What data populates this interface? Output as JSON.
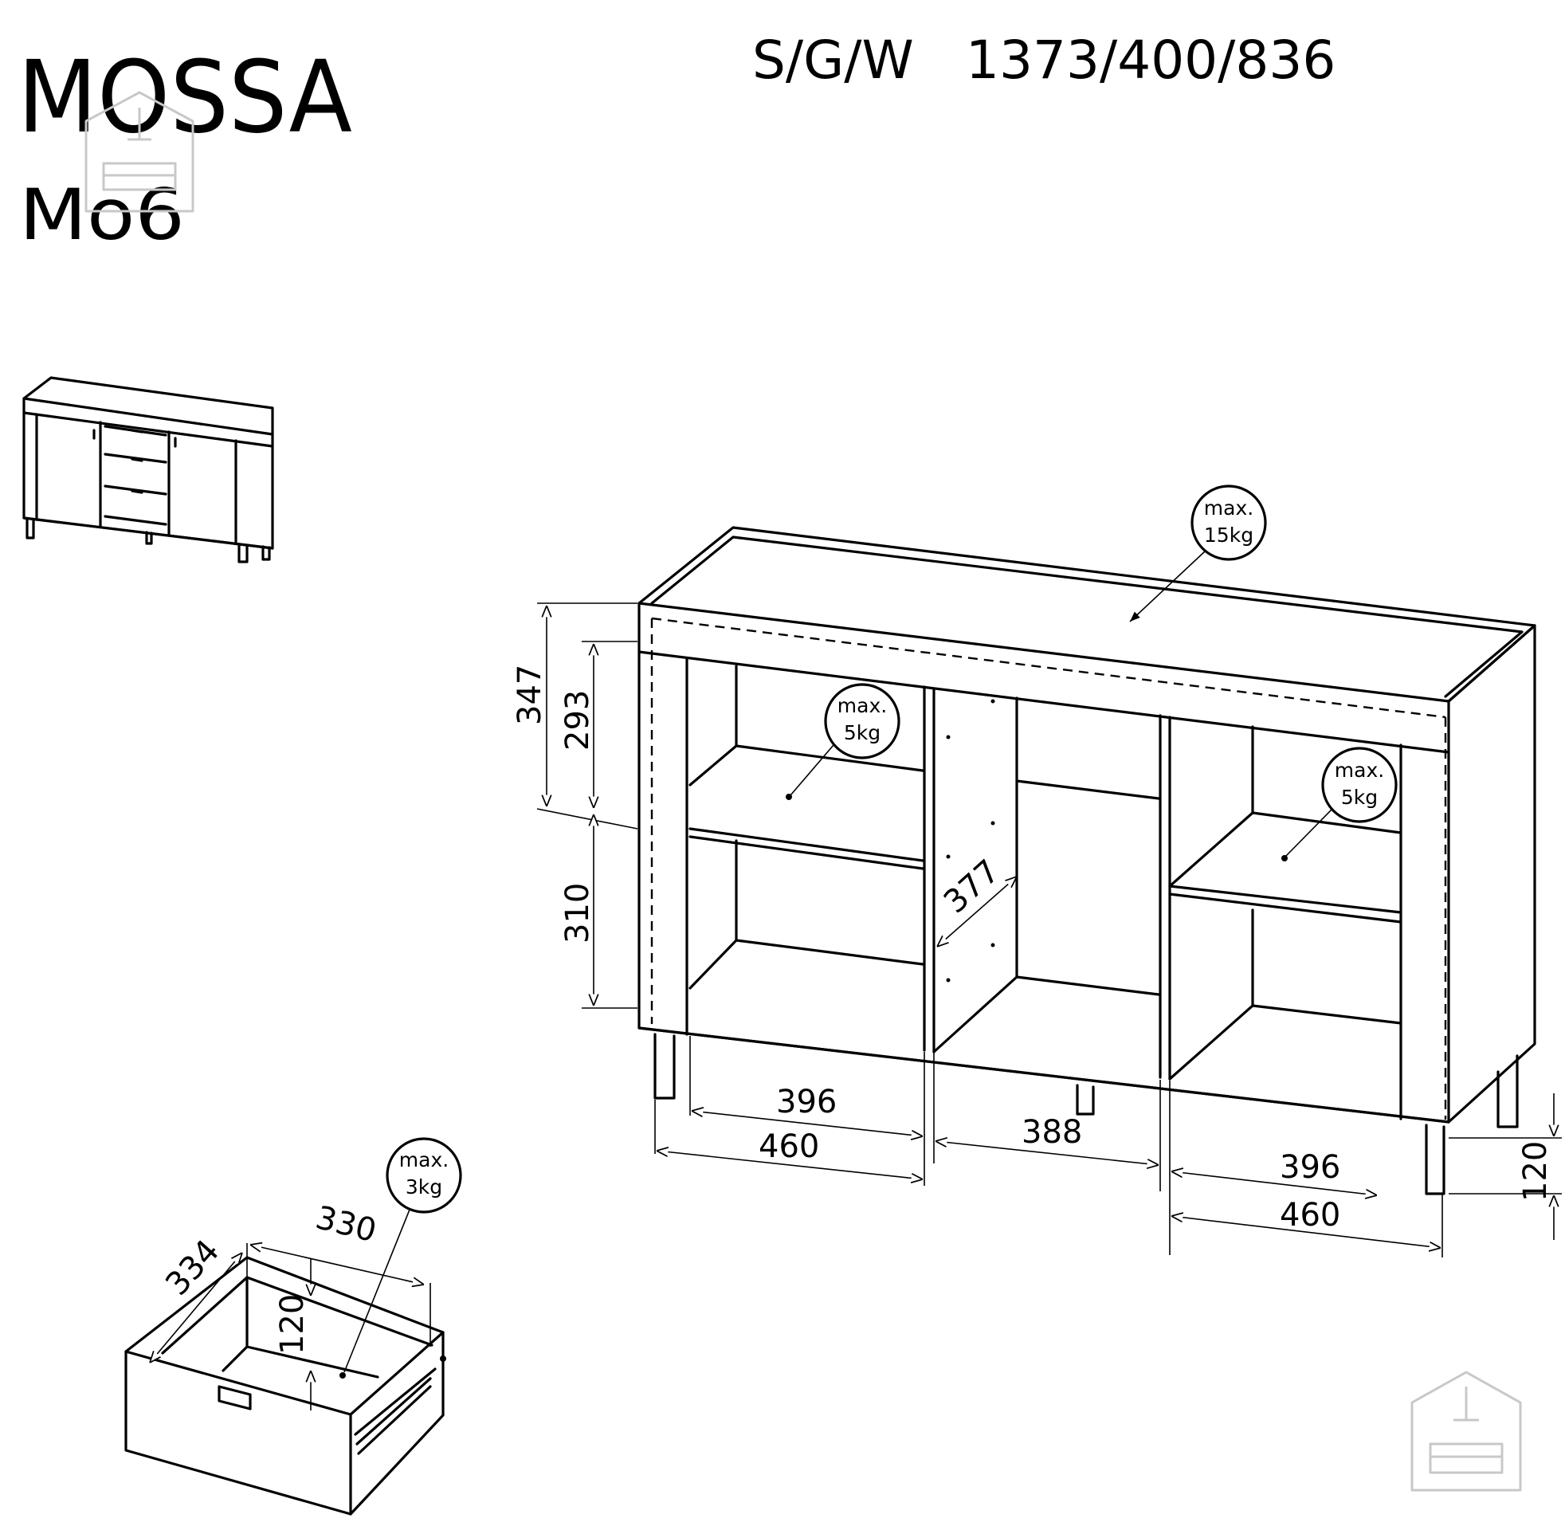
{
  "header": {
    "title": "MOSSA",
    "model": "Mo6",
    "dimensions_label": "S/G/W",
    "dimensions_value": "1373/400/836"
  },
  "load_badges": {
    "top": {
      "line1": "max.",
      "line2": "15kg"
    },
    "shelf_left": {
      "line1": "max.",
      "line2": "5kg"
    },
    "shelf_right": {
      "line1": "max.",
      "line2": "5kg"
    },
    "drawer": {
      "line1": "max.",
      "line2": "3kg"
    }
  },
  "cabinet_dimensions": {
    "left_total_height": "347",
    "upper_compartment": "293",
    "lower_compartment": "310",
    "middle_depth": "377",
    "left_inner_width": "396",
    "left_outer_width": "460",
    "middle_width": "388",
    "right_inner_width": "396",
    "right_outer_width": "460",
    "leg_height": "120"
  },
  "drawer_dimensions": {
    "depth": "334",
    "width": "330",
    "height": "120"
  }
}
